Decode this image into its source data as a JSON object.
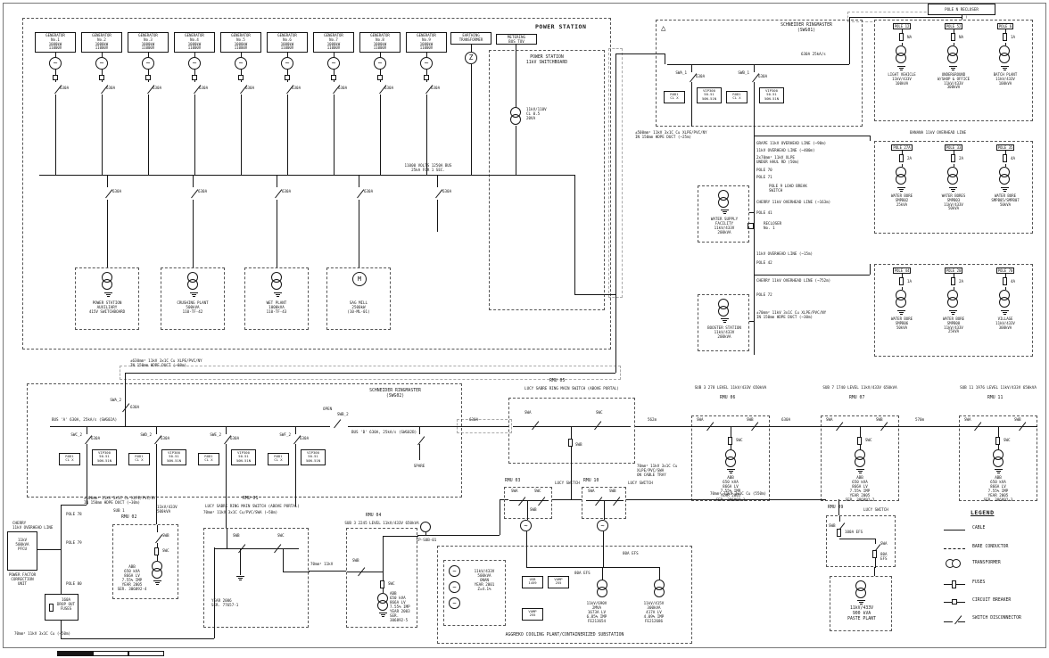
{
  "power_station": {
    "title": "POWER STATION",
    "generators": [
      {
        "label": "GENERATOR\nNo.1\n1000kW\n11000V"
      },
      {
        "label": "GENERATOR\nNo.2\n1000kW\n11000V"
      },
      {
        "label": "GENERATOR\nNo.3\n1000kW\n11000V"
      },
      {
        "label": "GENERATOR\nNo.4\n1000kW\n11000V"
      },
      {
        "label": "GENERATOR\nNo.5\n1000kW\n11000V"
      },
      {
        "label": "GENERATOR\nNo.6\n1000kW\n11000V"
      },
      {
        "label": "GENERATOR\nNo.7\n1000kW\n11000V"
      },
      {
        "label": "GENERATOR\nNo.8\n1000kW\n11000V"
      },
      {
        "label": "GENERATOR\nNo.9\n1000kW\n11000V"
      }
    ],
    "gen_amps": "630A",
    "earthing_label": "EARTHING\nTRANSFORMER",
    "metering_label": "METERING\nBUS TOV",
    "switchboard_title": "POWER STATION\n11kV SWITCHBOARD",
    "vt_label": "11kV/110V\nCL 0.5\n20VA",
    "bus_label": "11000 VOLTS 1250A BUS\n25kA FOR 1 SEC.",
    "feeder_amps": "630A",
    "loads": [
      {
        "caption": "POWER STATION\nAUXILIARY\n415V SWITCHBOARD"
      },
      {
        "caption": "CRUSHING PLANT\n500kVA\n110-TF-42"
      },
      {
        "caption": "WET PLANT\n1000kVA\n110-TF-43"
      },
      {
        "caption": "SAG MILL\n2500kW\n(10-ML-01)"
      }
    ]
  },
  "swg01": {
    "title": "SCHNEIDER RINGMASTER\n(SWG01)",
    "bus_label": "630A 25kA/s",
    "bays": [
      {
        "sw": "SWA_1",
        "amps": "630A",
        "relay": "VIP300\n50.51\n50N.51N",
        "ct": "ROD1\nCL X"
      },
      {
        "sw": "SWB_1",
        "amps": "630A",
        "relay": "VIP300\n50.51\n50N.51N",
        "ct": "ROD1\nCL X"
      }
    ]
  },
  "right_poles": {
    "recloser": "POLE N RECLOSER",
    "banana": "BANANA 11kV OVERHEAD LINE",
    "group1": [
      {
        "pole": "POLE 12",
        "fuse": "NA",
        "caption": "LIGHT VEHICLE\n11kV/433V\n100kVA"
      },
      {
        "pole": "POLE 52",
        "fuse": "NA",
        "caption": "UNDERGROUND\nW/SHOP & OFFICE\n11kV/433V\n300kVA"
      },
      {
        "pole": "POLE 6",
        "fuse": "1A",
        "caption": "BATCH PLANT\n11kV/433V\n100kVA"
      }
    ],
    "group2": [
      {
        "pole": "POLE 27A",
        "fuse": "2A",
        "caption": "WATER BORE\nSMPB02\n25kVA"
      },
      {
        "pole": "POLE 33",
        "fuse": "2A",
        "caption": "WATER BORES\nSMPB03\n11kV/433V\n50kVA"
      },
      {
        "pole": "POLE 35",
        "fuse": "4A",
        "caption": "WATER BORE\nSMPB05/SMPB07\n50kVA"
      }
    ],
    "group3": [
      {
        "pole": "POLE 44",
        "fuse": "1A",
        "caption": "WATER BORE\nSMPB06\n50kVA"
      },
      {
        "pole": "POLE 20",
        "fuse": "2A",
        "caption": "WATER BORE\nSMPB08\n11kV/433V\n25kVA"
      },
      {
        "pole": "POLE 70",
        "fuse": "4A",
        "caption": "VILLAGE\n11kV/433V\n300kVA"
      }
    ]
  },
  "feeder_route": {
    "labels": [
      "±500mm² 11kV 3x1C Cu XLPE/PVC/NY\nIN 150mm HDPE DUCT (~25m)",
      "GRAPE 11kV OVERHEAD LINE (~90m)",
      "11kV OVERHEAD LINE (~400m)",
      "2x70mm² 11kV XLPE\nUNDER HAUL RD (50m)",
      "POLE 70",
      "POLE 71",
      "POLE 9 LOAD BREAK\nSWITCH",
      "CHERRY 11kV OVERHEAD LINE (~163m)",
      "POLE 41",
      "RECLOSER\nNo. 1",
      "11kV OVERHEAD LINE (~15m)",
      "POLE 42",
      "CHERRY 11kV OVERHEAD LINE (~752m)",
      "POLE 72",
      "±70mm² 11kV 3x1C Cu XLPE/PVC/NY\nIN 150mm HDPE DUCT (~30m)"
    ],
    "water_supply": "WATER SUPPLY\nFACILITY\n11kV/433V\n200kVA",
    "booster": "BOOSTER STATION\n11kV/433V\n200kVA"
  },
  "swg02": {
    "title": "SCHNEIDER RINGMASTER\n(SWG02)",
    "bus_a": "BUS 'A' 630A, 25kA/s (SWG02A)",
    "bus_b": "BUS 'B' 630A, 25kA/s (SWG02B)",
    "incomer_sw": "SWA_2",
    "incomer_amps": "630A",
    "section_state": "OPEN",
    "section_sw": "SWB_2",
    "bays": [
      {
        "sw": "SWC_2",
        "amps": "630A",
        "relay": "VIP300\n50.51\n50N.51N",
        "ct": "ROD1\nCL X"
      },
      {
        "sw": "SWD_2",
        "amps": "630A",
        "relay": "VIP300\n50.51\n50N.51N",
        "ct": "ROD1\nCL X"
      },
      {
        "sw": "SWE_2",
        "amps": "630A",
        "relay": "VIP300\n50.51\n50N.51N",
        "ct": "ROD1\nCL X"
      },
      {
        "sw": "SWF_2",
        "amps": "630A",
        "relay": "VIP300\n50.51\n50N.51N",
        "ct": "ROD1\nCL X"
      }
    ],
    "spare": "SPARE",
    "cable_in": "±630mm² 11kV 3x1C Cu XLPE/PVC/NY\nIN 150mm HDPE DUCT (~80m)",
    "cable_left": "±100mm² 11kV 3x1C Cu XLPE/PVC/NY\nIN 150mm HDPE DUCT (~30m)"
  },
  "ring": {
    "out_amps": "630A",
    "seg1": "562m",
    "seg2": "630A",
    "seg3": "570m",
    "cable_note": "70mm² 11kV 3x1C Cu XLPE/PVC/SWA\nON CABLE TRAY",
    "rmu05": {
      "title": "RMU 05",
      "subtitle": "LUCY SABRE RING MAIN SWITCH (ABOVE PORTAL)",
      "sw_left": "SWA",
      "sw_right": "SWC",
      "sw_down": "SWB"
    },
    "subs": [
      {
        "header": "SUB 3    278 LEVEL    11kV/433V 650kVA",
        "title": "RMU 06",
        "sw_left": "SWA",
        "sw_right": "SWB",
        "sw_down": "SWC",
        "tx": "ABB\n650 kVA\n866A LV\n7.55% IMP\nYEAR 2005\nSER. 306892-1"
      },
      {
        "header": "SUB 7    1740 LEVEL    11kV/433V 650kVA",
        "title": "RMU 07",
        "sw_left": "SWA",
        "sw_right": "SWB",
        "sw_down": "SWC",
        "tx": "ABB\n650 kVA\n866A LV\n7.55% IMP\nYEAR 2005\nSER. 306892-2"
      },
      {
        "header": "SUB 11    1976 LEVEL    11kV/433V 650kVA",
        "title": "RMU 11",
        "sw_left": "SWA",
        "sw_right": "SWB",
        "sw_down": "SWC",
        "tx": "ABB\n650 kVA\n866A LV\n7.55% IMP\nYEAR 2005\nSER. 306892-3"
      }
    ]
  },
  "bottom": {
    "pole78": "POLE 78",
    "pole79": "POLE 79",
    "pole80": "POLE 80",
    "cherry": "CHERRY\n11kV OVERHEAD LINE",
    "pfcu_box": "11kV\n500kVA\nPFCU",
    "pfcu_caption": "POWER FACTOR\nCORRECTION\nUNIT",
    "dof": "160A\nDROP OUT\nFUSES",
    "cable_bottom": "70mm² 11kV 3x1C Cu (~50m)",
    "rmu02": {
      "sub": "SUB 1",
      "title": "RMU 02",
      "rating": "11kV/433V\n500kVA",
      "sw1": "SWB",
      "sw2": "SWC",
      "tx": "ABB\n650 kVA\n866A LV\n7.55% IMP\nYEAR 2005\nSER. 306892-4"
    },
    "rmu01": {
      "title": "RMU 01",
      "subtitle": "LUCY SABRE RING MAIN SWITCH (ABOVE PORTAL)",
      "cable_top": "70mm² 11kV 3x1C Cu/PVC/SWA (~50m)",
      "sw1": "SWB",
      "sw2": "SWC",
      "note": "YEAR 2006\nSER. 77657-1",
      "cable_right": "70mm² 11kV"
    },
    "rmu04": {
      "header": "SUB 3    2245 LEVEL    11kV/433V 650kVA",
      "title": "RMU 04",
      "sw1": "SWC",
      "sw2": "SWB",
      "tx": "ABB\n650 kVA\n866A LV\n7.55% IMP\nYEAR 2003\nSER. 306892-5"
    },
    "psub": "CP-SUB-01",
    "rmu03": {
      "title": "RMU 03",
      "caption": "LUCY SWITCH",
      "sw1": "SWA",
      "sw2": "SWC",
      "sw3": "SWB"
    },
    "rmu10": {
      "title": "RMU 10",
      "caption": "LUCY SWITCH",
      "sw1": "SWA",
      "sw2": "SWB"
    },
    "cable_550": "70mm² 11kV 3x1C Cu (550m)",
    "rmu09": {
      "title": "RMU 09",
      "caption": "LUCY SWITCH",
      "sw1": "SWB",
      "fuse1": "100A EFS",
      "sw2": "SWA",
      "fuse2": "80A EFS"
    },
    "paste": "11kV/433V\n900 kVA\nPASTE PLANT"
  },
  "aggreko": {
    "caption": "AGGREKO COOLING PLANT/CONTAINERIZED SUBSTATION",
    "genset": "11kV/433V\n500kVA\nONAN\nYEAR 2001\nZ=4.1%",
    "usb": "USB\n1459",
    "vamp1": "VAMP\n255",
    "vamp2": "VAMP\n255",
    "efs1": "80A EFS",
    "efs2": "80A EFS",
    "tx1": "11kV/690V\n2MVA\n1673A LV\n6.85% IMP\nFE213654",
    "tx2": "11kV/415V\n300kVA\n417A LV\n4.09% IMP\nFE212686"
  },
  "legend": {
    "title": "LEGEND",
    "items": [
      {
        "label": "CABLE"
      },
      {
        "label": "BARE CONDUCTOR"
      },
      {
        "label": "TRANSFORMER"
      },
      {
        "label": "FUSES"
      },
      {
        "label": "CIRCUIT BREAKER"
      },
      {
        "label": "SWITCH DISCONNECTOR"
      }
    ]
  }
}
